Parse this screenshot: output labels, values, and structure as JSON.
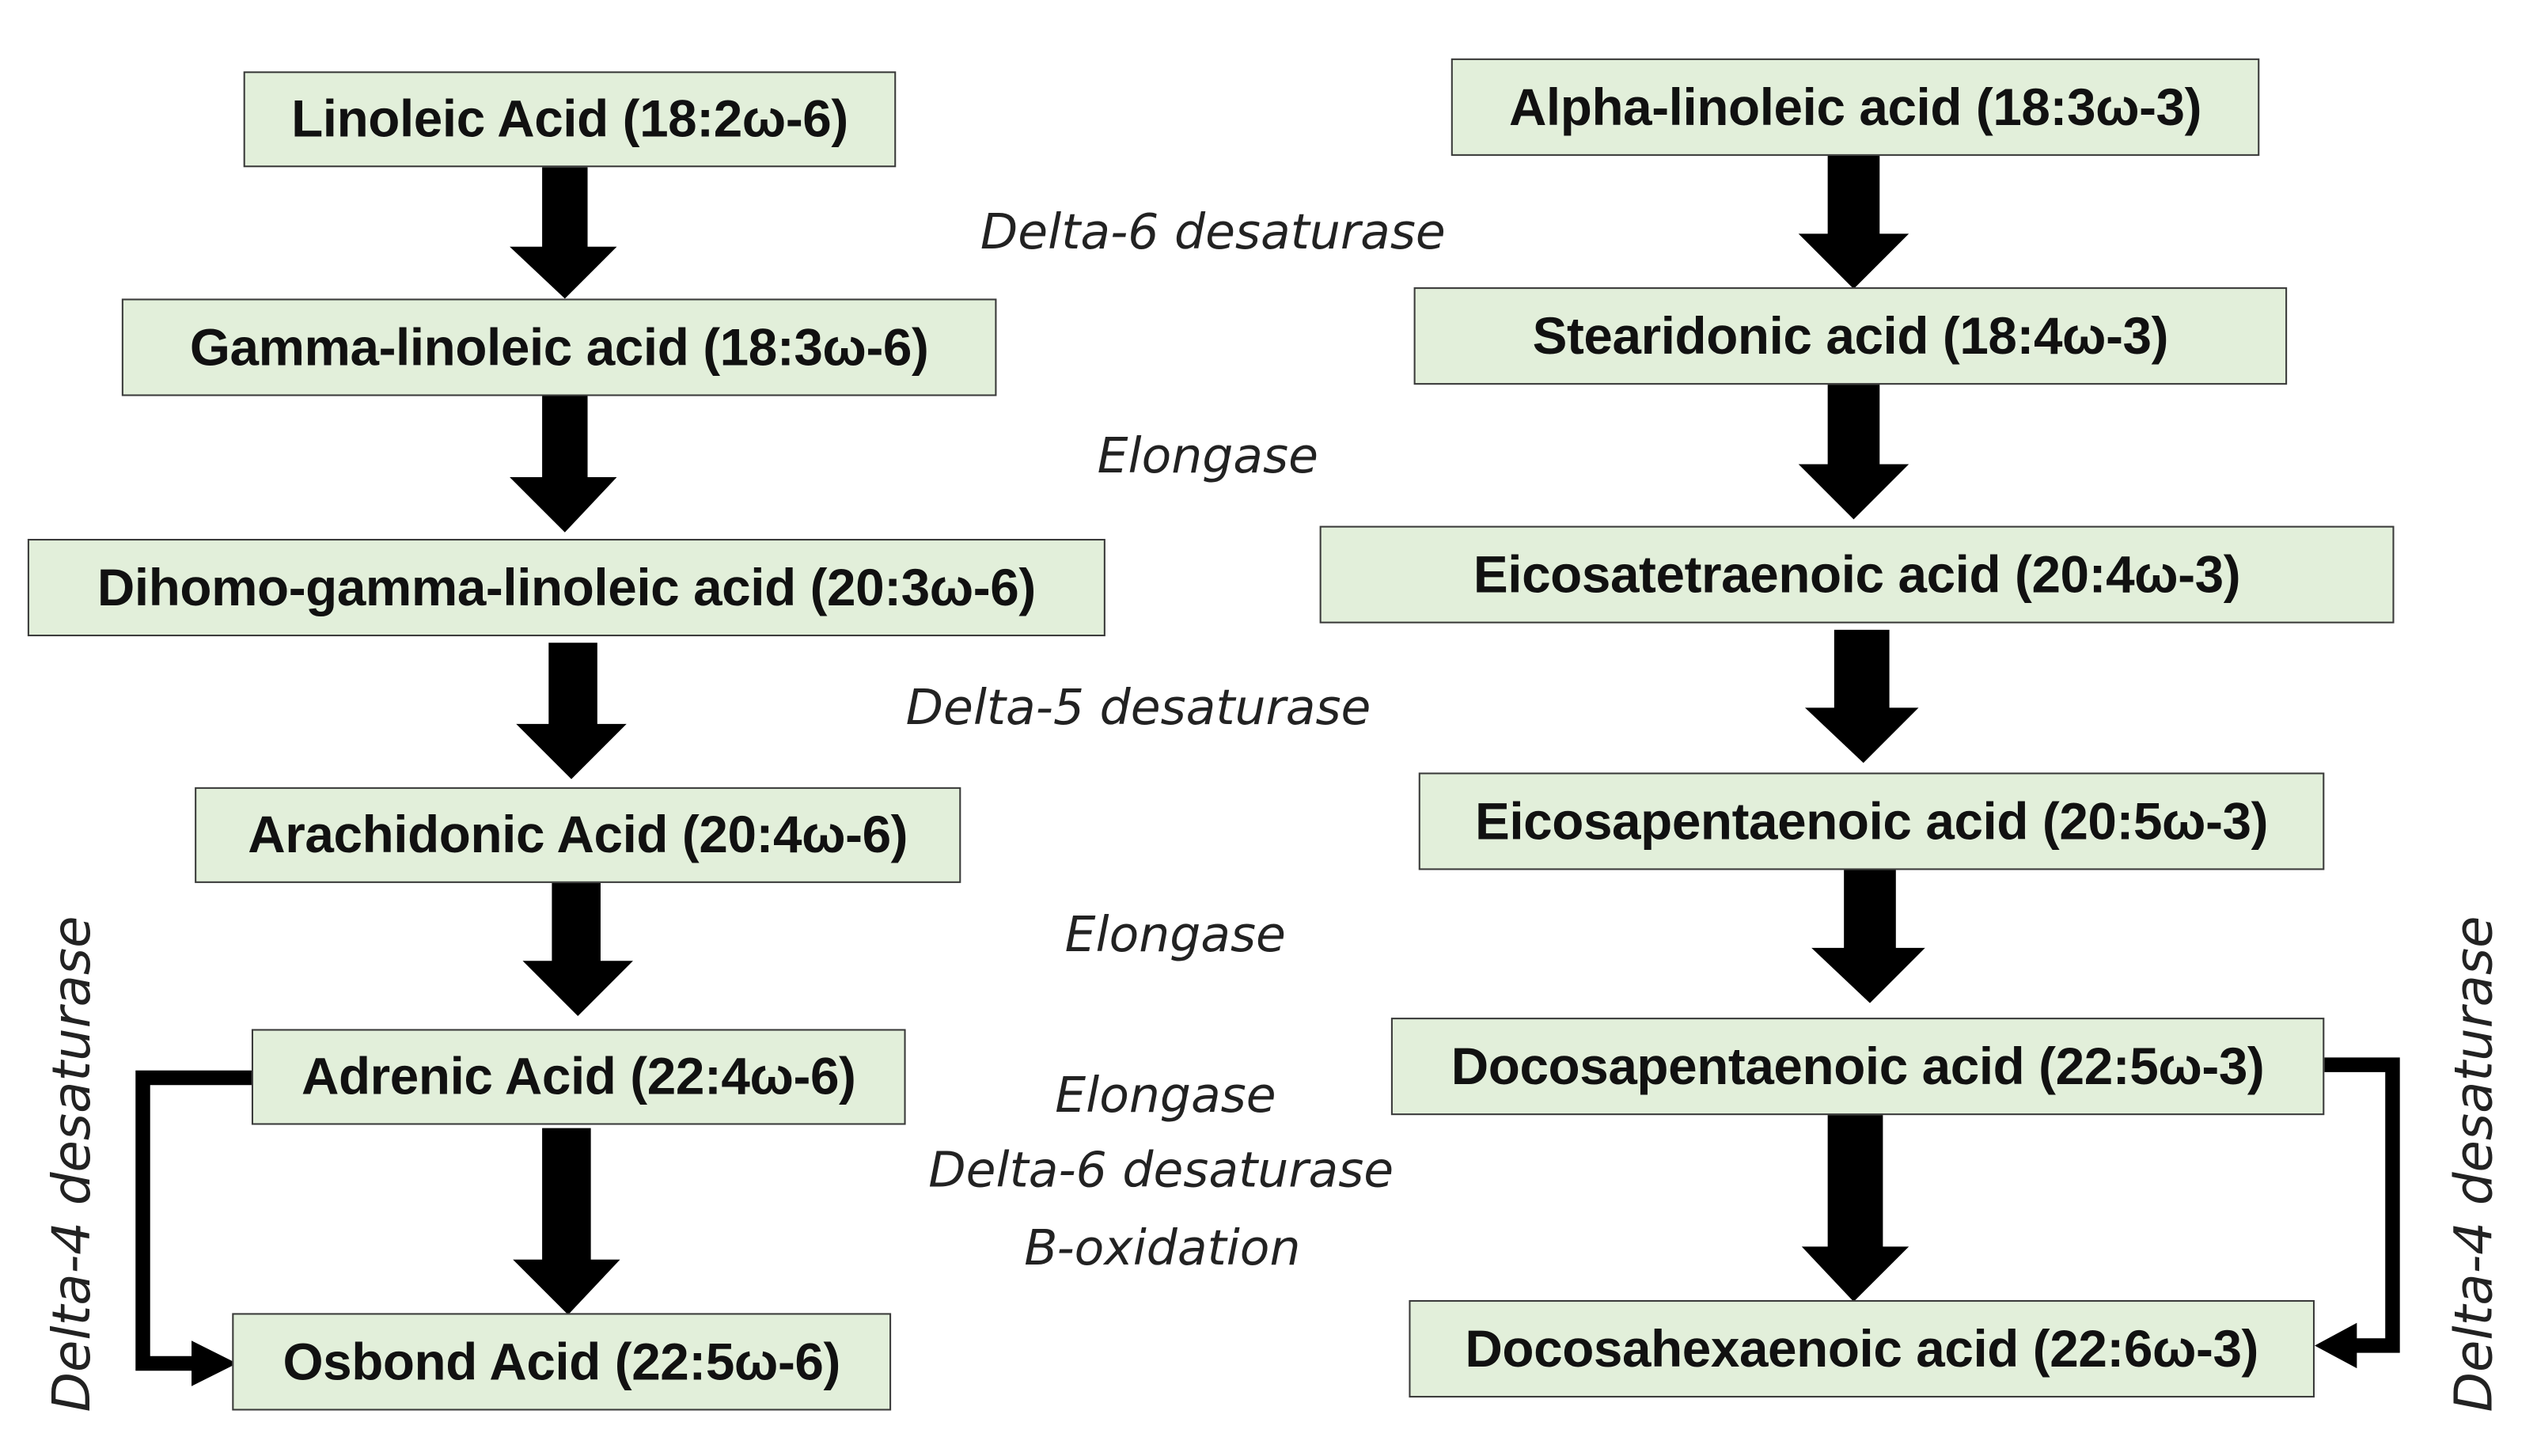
{
  "omega6": {
    "linoleic": "Linoleic Acid (18:2ω-6)",
    "gamma_linoleic": "Gamma-linoleic acid (18:3ω-6)",
    "dihomo_gamma_linoleic": "Dihomo-gamma-linoleic acid (20:3ω-6)",
    "arachidonic": "Arachidonic Acid (20:4ω-6)",
    "adrenic": "Adrenic Acid (22:4ω-6)",
    "osbond": "Osbond Acid (22:5ω-6)"
  },
  "omega3": {
    "alpha_linoleic": "Alpha-linoleic acid (18:3ω-3)",
    "stearidonic": "Stearidonic acid (18:4ω-3)",
    "eicosatetraenoic": "Eicosatetraenoic acid (20:4ω-3)",
    "eicosapentaenoic": "Eicosapentaenoic acid (20:5ω-3)",
    "docosapentaenoic": "Docosapentaenoic acid (22:5ω-3)",
    "docosahexaenoic": "Docosahexaenoic acid (22:6ω-3)"
  },
  "enzymes": {
    "step1": "Delta-6 desaturase",
    "step2": "Elongase",
    "step3": "Delta-5 desaturase",
    "step4": "Elongase",
    "step5_line1": "Elongase",
    "step5_line2": "Delta-6 desaturase",
    "step5_line3": "B-oxidation",
    "side_left": "Delta-4 desaturase",
    "side_right": "Delta-4 desaturase"
  },
  "colors": {
    "box_fill": "#e2efda",
    "box_border": "#3a3a3a",
    "arrow": "#000000"
  }
}
